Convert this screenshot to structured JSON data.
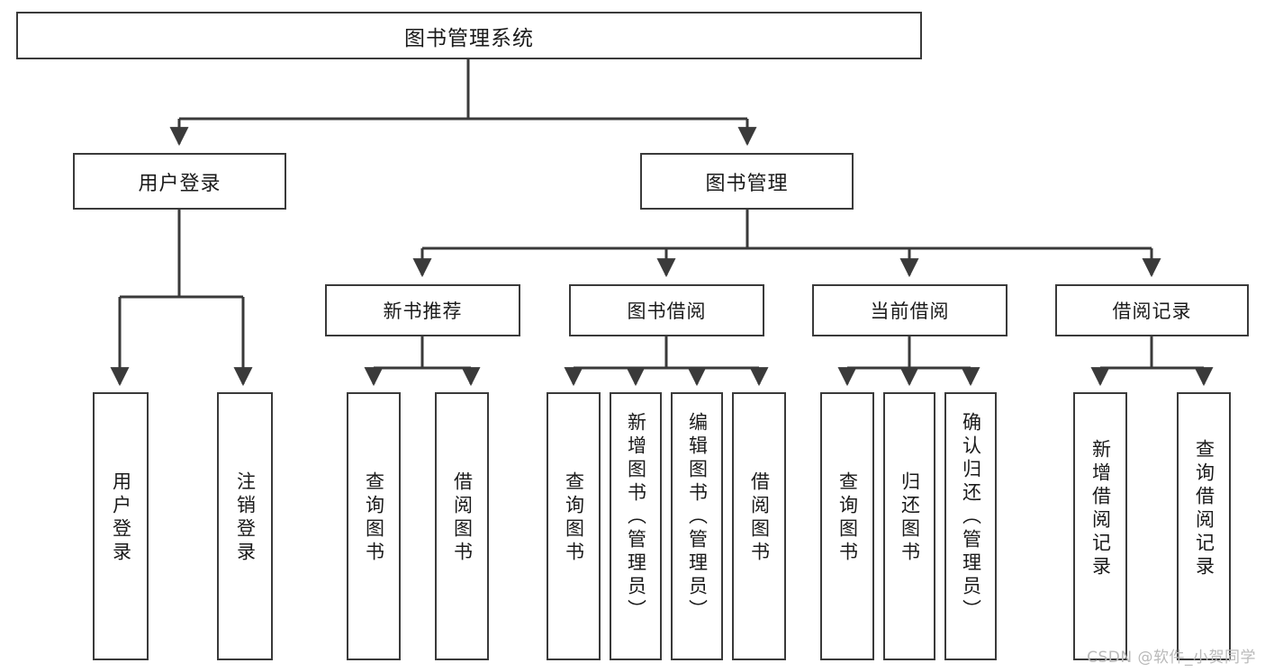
{
  "diagram": {
    "title": "图书管理系统",
    "type": "tree-hierarchy",
    "watermark": "CSDN @软件_小贺同学",
    "colors": {
      "background": "#ffffff",
      "box_border": "#3a3a3a",
      "box_fill": "#ffffff",
      "text": "#1a1a1a",
      "connector": "#3a3a3a",
      "watermark": "#b9b9b9"
    },
    "root": {
      "label": "图书管理系统"
    },
    "level2": [
      {
        "label": "用户登录"
      },
      {
        "label": "图书管理"
      }
    ],
    "level3": [
      {
        "label": "新书推荐"
      },
      {
        "label": "图书借阅"
      },
      {
        "label": "当前借阅"
      },
      {
        "label": "借阅记录"
      }
    ],
    "leaves": [
      {
        "label": "用户登录",
        "parent": "用户登录"
      },
      {
        "label": "注销登录",
        "parent": "用户登录"
      },
      {
        "label": "查询图书",
        "parent": "新书推荐"
      },
      {
        "label": "借阅图书",
        "parent": "新书推荐"
      },
      {
        "label": "查询图书",
        "parent": "图书借阅"
      },
      {
        "label": "新增图书（管理员）",
        "parent": "图书借阅"
      },
      {
        "label": "编辑图书（管理员）",
        "parent": "图书借阅"
      },
      {
        "label": "借阅图书",
        "parent": "图书借阅"
      },
      {
        "label": "查询图书",
        "parent": "当前借阅"
      },
      {
        "label": "归还图书",
        "parent": "当前借阅"
      },
      {
        "label": "确认归还（管理员）",
        "parent": "当前借阅"
      },
      {
        "label": "新增借阅记录",
        "parent": "借阅记录"
      },
      {
        "label": "查询借阅记录",
        "parent": "借阅记录"
      }
    ]
  }
}
